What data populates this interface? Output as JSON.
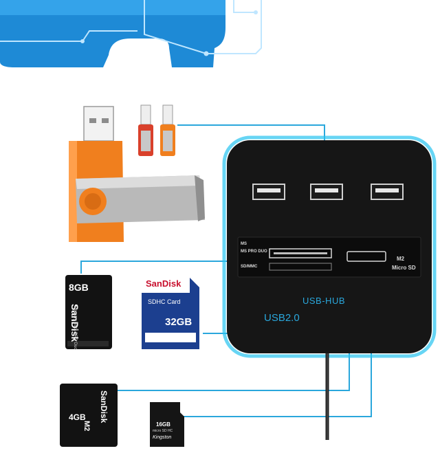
{
  "colors": {
    "banner_blue": "#1e8ad6",
    "cable_cyan": "#2aa7dc",
    "hub_body": "#161616",
    "hub_glow": "#27c3f0",
    "drive_orange": "#f07f1e",
    "swivel_silver": "#b9b9b9",
    "sd_blue": "#1c3f8f",
    "card_black": "#121212"
  },
  "hub": {
    "label_ms": "MS",
    "label_ms_pro": "MS PRO DUO",
    "label_sdmmc": "SD/MMC",
    "label_m2": "M2",
    "label_microsd": "Micro SD",
    "label_hub": "USB-HUB",
    "label_usb": "USB2.0"
  },
  "cards": {
    "ms_duo": {
      "brand": "SanDisk",
      "capacity": "8GB",
      "product": "Memory Stick PRO Duo"
    },
    "sdhc": {
      "brand": "SanDisk",
      "type": "SDHC Card",
      "capacity": "32GB"
    },
    "m2": {
      "brand": "SanDisk",
      "capacity": "4GB",
      "product": "M2"
    },
    "microsd": {
      "brand": "Kingston",
      "capacity": "16GB",
      "type": "micro SD HC"
    }
  }
}
